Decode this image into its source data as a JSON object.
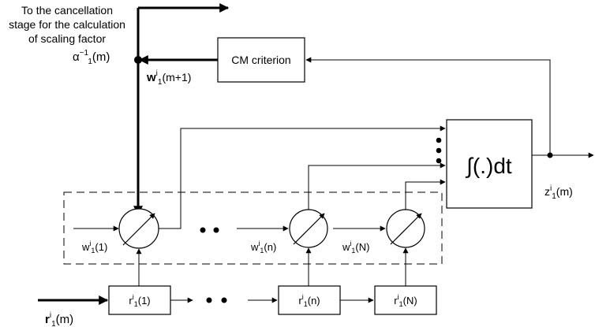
{
  "top_note": {
    "line1": "To the cancellation",
    "line2": "stage for the calculation",
    "line3": "of scaling factor",
    "alpha": "α",
    "alpha_sup": "~1",
    "alpha_sub": "1",
    "alpha_arg": "(m)"
  },
  "blocks": {
    "cm_criterion": "CM criterion",
    "integrator": "∫(.)dt"
  },
  "signals": {
    "w_update": {
      "base": "w",
      "sup": "i",
      "sub": "1",
      "arg": "(m+1)"
    },
    "z_out": {
      "base": "z",
      "sup": "i",
      "sub": "1",
      "arg": "(m)"
    },
    "r_in": {
      "base": "r",
      "sup": "i",
      "sub": "1",
      "arg": "(m)"
    }
  },
  "weights": [
    {
      "base": "w",
      "sup": "i",
      "sub": "1",
      "arg": "(1)"
    },
    {
      "base": "w",
      "sup": "i",
      "sub": "1",
      "arg": "(n)"
    },
    {
      "base": "w",
      "sup": "i",
      "sub": "1",
      "arg": "(N)"
    }
  ],
  "delays": [
    {
      "base": "r",
      "sup": "i",
      "sub": "1",
      "arg": "(1)"
    },
    {
      "base": "r",
      "sup": "i",
      "sub": "1",
      "arg": "(n)"
    },
    {
      "base": "r",
      "sup": "i",
      "sub": "1",
      "arg": "(N)"
    }
  ]
}
